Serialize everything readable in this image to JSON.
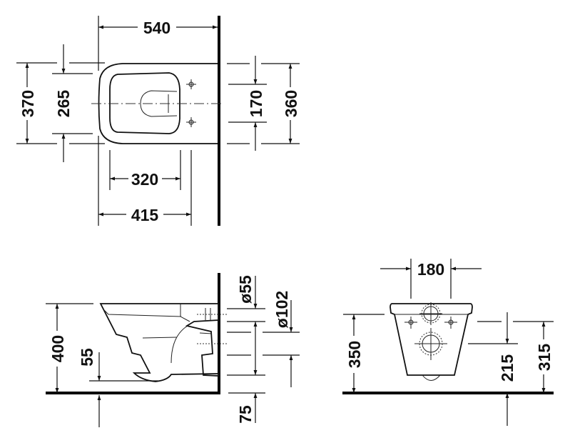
{
  "title": "Wall-mounted toilet dimension drawing",
  "top_view": {
    "width_overall": "540",
    "width_415": "415",
    "seat_320": "320",
    "depth_370": "370",
    "seat_265": "265",
    "fixing_170": "170",
    "wall_360": "360"
  },
  "side_view": {
    "height_400": "400",
    "trap_55": "55",
    "inlet_diameter": "ø55",
    "outlet_diameter": "ø102",
    "outlet_75": "75"
  },
  "front_view": {
    "fixing_180": "180",
    "height_350": "350",
    "outlet_215": "215",
    "fixing_315": "315"
  }
}
